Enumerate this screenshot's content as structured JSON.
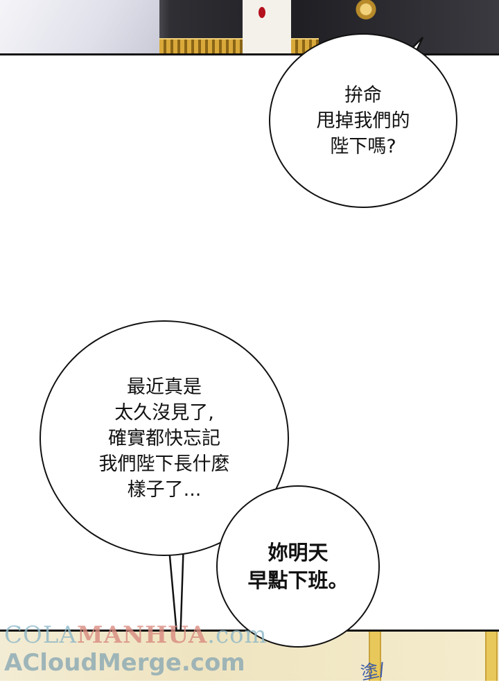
{
  "bubbles": {
    "top_right": "拚命\n甩掉我們的\n陛下嗎?",
    "middle_left": "最近真是\n太久沒見了,\n確實都快忘記\n我們陛下長什麼\n樣子了...",
    "bottom_right": "妳明天\n早點下班。"
  },
  "sfx": "塗/",
  "watermark": {
    "line1_part1": "COLA",
    "line1_part2": "MANHUA",
    "line1_part3": ".com",
    "line2": "ACloudMerge.com"
  },
  "colors": {
    "ink": "#111111",
    "cloak_gold": "#d9a93a",
    "watermark_blue": "#8db7c7",
    "watermark_red": "#d98b80"
  }
}
